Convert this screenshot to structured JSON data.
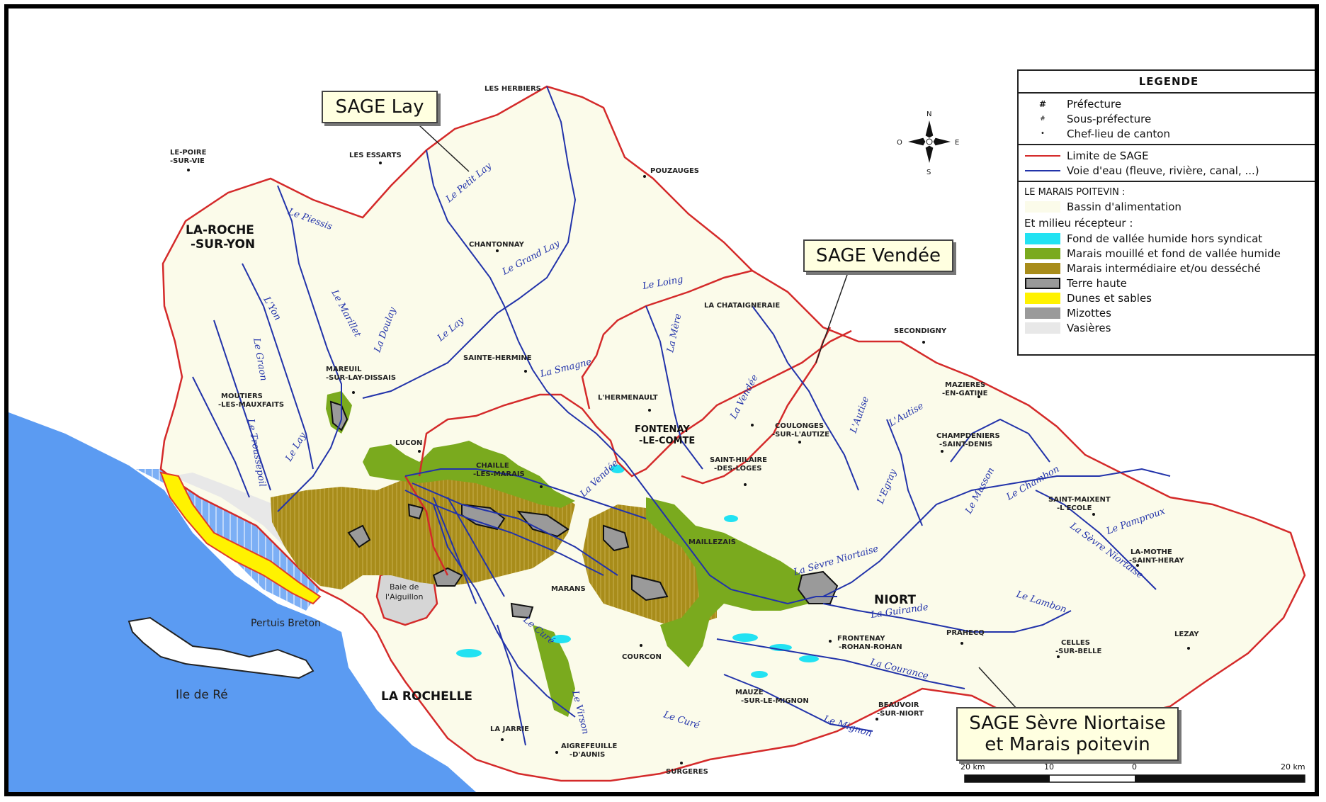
{
  "legend": {
    "title": "LEGENDE",
    "symbols": [
      {
        "glyph": "#",
        "label": "Préfecture"
      },
      {
        "glyph": "#",
        "label": "Sous-préfecture"
      },
      {
        "glyph": "•",
        "label": "Chef-lieu de canton"
      }
    ],
    "lines": [
      {
        "label": "Limite de SAGE",
        "color": "#d42a2a"
      },
      {
        "label": "Voie d'eau (fleuve, rivière, canal, ...)",
        "color": "#2233aa"
      }
    ],
    "marais_heading": "LE MARAIS POITEVIN :",
    "bassin": {
      "label": "Bassin d'alimentation",
      "color": "#fbfbea"
    },
    "milieu_heading": "Et milieu récepteur :",
    "zones": [
      {
        "label": "Fond de vallée humide hors syndicat",
        "color": "#22e2f2"
      },
      {
        "label": "Marais mouillé et fond de vallée humide",
        "color": "#7aaa1e"
      },
      {
        "label": "Marais intermédiaire et/ou desséché",
        "color": "#a88c1a"
      },
      {
        "label": "Terre haute",
        "color": "#999999"
      },
      {
        "label": "Dunes et sables",
        "color": "#fff200"
      },
      {
        "label": "Mizottes",
        "color": "#9a9a9a"
      },
      {
        "label": "Vasières",
        "color": "#e8e8e8"
      }
    ]
  },
  "callouts": {
    "lay": "SAGE Lay",
    "vendee": "SAGE Vendée",
    "sevre_line1": "SAGE Sèvre Niortaise",
    "sevre_line2": "et Marais poitevin"
  },
  "compass": {
    "n": "N",
    "s": "S",
    "e": "E",
    "o": "O"
  },
  "scale": {
    "labels": [
      "20 km",
      "10",
      "0",
      "20 km"
    ]
  },
  "places": {
    "les_herbiers": "LES HERBIERS",
    "le_poire_1": "LE-POIRE",
    "le_poire_2": "-SUR-VIE",
    "les_essarts": "LES ESSARTS",
    "pouzauges": "POUZAUGES",
    "la_roche_1": "LA-ROCHE",
    "la_roche_2": "-SUR-YON",
    "chantonnay": "CHANTONNAY",
    "la_chataigneraie": "LA CHATAIGNERAIE",
    "secondigny": "SECONDIGNY",
    "mareuil_1": "MAREUIL",
    "mareuil_2": "-SUR-LAY-DISSAIS",
    "sainte_hermine": "SAINTE-HERMINE",
    "moutiers_1": "MOUTIERS",
    "moutiers_2": "-LES-MAUXFAITS",
    "lhermenault": "L'HERMENAULT",
    "mazieres_1": "MAZIERES",
    "mazieres_2": "-EN-GATINE",
    "fontenay_1": "FONTENAY",
    "fontenay_2": "-LE-COMTE",
    "coulonges_1": "COULONGES",
    "coulonges_2": "-SUR-L'AUTIZE",
    "lucon": "LUCON",
    "champdeniers_1": "CHAMPDENIERS",
    "champdeniers_2": "-SAINT-DENIS",
    "st_hilaire_1": "SAINT-HILAIRE",
    "st_hilaire_2": "-DES-LOGES",
    "chaille_1": "CHAILLE",
    "chaille_2": "-LES-MARAIS",
    "st_maixent_1": "SAINT-MAIXENT",
    "st_maixent_2": "-L'ECOLE",
    "maillezais": "MAILLEZAIS",
    "la_mothe_1": "LA-MOTHE",
    "la_mothe_2": "-SAINT-HERAY",
    "marans": "MARANS",
    "niort": "NIORT",
    "baie_1": "Baie de",
    "baie_2": "l'Aiguillon",
    "pertuis": "Pertuis Breton",
    "frontenay_1": "FRONTENAY",
    "frontenay_2": "-ROHAN-ROHAN",
    "prahecq": "PRAHECQ",
    "celles_1": "CELLES",
    "celles_2": "-SUR-BELLE",
    "lezay": "LEZAY",
    "courcon": "COURCON",
    "ile_de_re": "Ile de Ré",
    "la_rochelle": "LA ROCHELLE",
    "mauze_1": "MAUZE",
    "mauze_2": "-SUR-LE-MIGNON",
    "beauvoir_1": "BEAUVOIR",
    "beauvoir_2": "-SUR-NIORT",
    "la_jarrie": "LA JARRIE",
    "aigrefeuille_1": "AIGREFEUILLE",
    "aigrefeuille_2": "-D'AUNIS",
    "surgeres": "SURGERES"
  },
  "rivers": {
    "le_petit_lay": "Le Petit Lay",
    "le_grand_lay": "Le Grand Lay",
    "le_loing": "Le Loing",
    "le_piessis": "Le Piessis",
    "lyon": "L'Yon",
    "le_marillet": "Le Marillet",
    "la_doulay": "La Doulay",
    "le_lay": "Le Lay",
    "le_lay_2": "Le Lay",
    "le_graon": "Le Graon",
    "le_troussepoil": "Le Troussepoil",
    "la_smagne": "La Smagne",
    "la_mere": "La Mère",
    "la_vendee": "La Vendée",
    "la_vendee_2": "La Vendée",
    "lautise": "L'Autise",
    "lautise_2": "L'Autise",
    "legvray": "L'Egray",
    "le_musson": "Le Musson",
    "le_chambon": "Le Chambon",
    "le_pamproux": "Le Pamproux",
    "la_sevre_niortaise": "La Sèvre Niortaise",
    "la_sevre_niortaise_2": "La Sèvre Niortaise",
    "le_lambon": "Le Lambon",
    "la_guirande": "La Guirande",
    "la_courance": "La Courance",
    "le_mignon": "Le Mignon",
    "le_cure": "Le Curé",
    "le_cure_2": "Le Curé",
    "le_virson": "Le Virson"
  }
}
